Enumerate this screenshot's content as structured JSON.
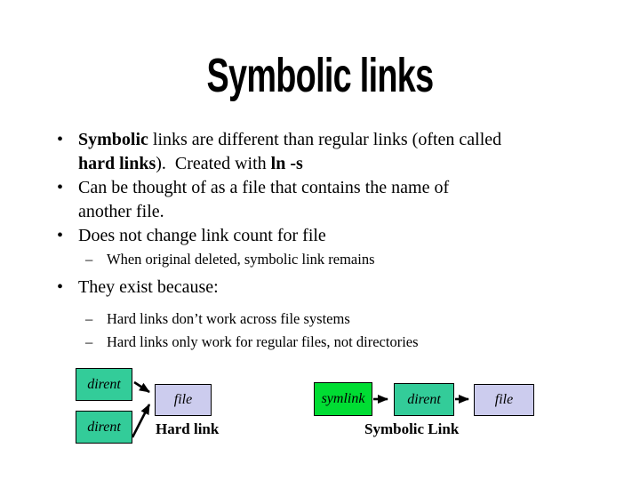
{
  "title": "Symbolic links",
  "glyphs": {
    "bullet": "•",
    "dash": "–"
  },
  "bullets": {
    "b1": {
      "l1_bold": "Symbolic",
      "l1_rest": " links are different than regular links (often called",
      "l2_bold1": "hard links",
      "l2_mid": ").  Created with ",
      "l2_bold2": "ln -s"
    },
    "b2": {
      "l1": "Can be thought of as a file that contains the name of",
      "l2": "another file."
    },
    "b3": "Does not change link count for file",
    "b3_sub": "When original deleted, symbolic link remains",
    "b4": "They exist because:",
    "b4_sub1": "Hard links don’t work across file systems",
    "b4_sub2": "Hard links only work for regular files, not directories"
  },
  "diagram": {
    "hard_link": {
      "label": "Hard link",
      "dirent1": "dirent",
      "dirent2": "dirent",
      "file": "file"
    },
    "symbolic_link": {
      "label": "Symbolic Link",
      "symlink": "symlink",
      "dirent": "dirent",
      "file": "file"
    },
    "colors": {
      "dirent": "#33CC99",
      "symlink": "#00DD33",
      "file": "#CCCCEE"
    }
  }
}
